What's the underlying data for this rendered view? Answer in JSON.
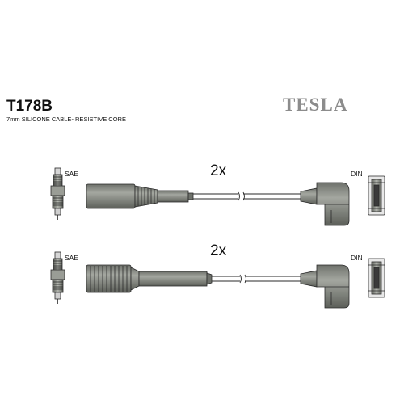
{
  "product": {
    "code": "T178B",
    "spec": "7mm SILICONE CABLE- RESISTIVE CORE",
    "brand": "TESLA"
  },
  "cables": [
    {
      "quantity": "2x",
      "left_connector": "SAE",
      "right_connector": "DIN",
      "boot_style": "ribbed-section"
    },
    {
      "quantity": "2x",
      "left_connector": "SAE",
      "right_connector": "DIN",
      "boot_style": "fully-ribbed"
    }
  ],
  "colors": {
    "part_fill": "#8a8d86",
    "part_dark": "#5d605a",
    "part_light": "#b9bcb5",
    "outline": "#2a2a2a",
    "brand": "#8c8c8c"
  }
}
